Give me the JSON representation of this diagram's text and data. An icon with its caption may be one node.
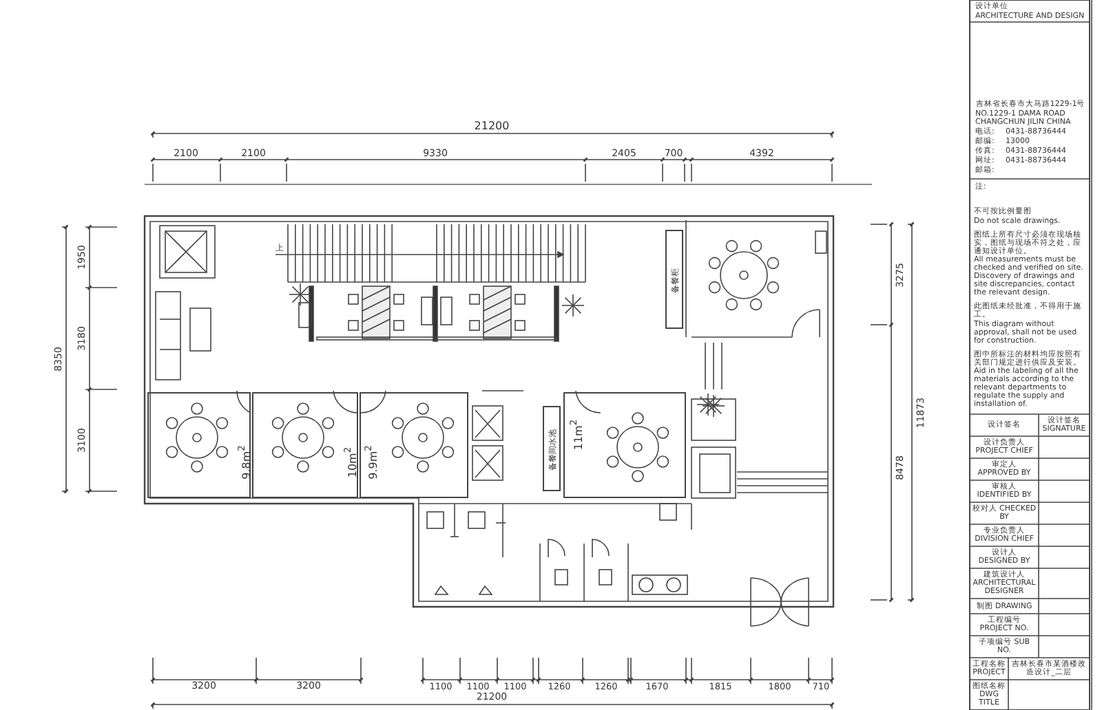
{
  "diagram": {
    "nodes": [
      {
        "text": [
          "9.8m$^{2}$"
        ]
      },
      {
        "text": [
          "10m$^{2}$"
        ]
      },
      {
        "text": [
          "9.9m$^{2}$"
        ]
      },
      {
        "text": [
          "11m$^{2}$"
        ]
      },
      {
        "text": [
          "备餐柜"
        ]
      },
      {
        "text": [
          "备餐间水池"
        ]
      }
    ],
    "labels": [
      "21200",
      "2100",
      "2100",
      "9330",
      "2405",
      "700",
      "4392",
      "1950",
      "3180",
      "3100",
      "8350",
      "3275",
      "11873",
      "8478",
      "上",
      "3200",
      "3200",
      "1100",
      "1100",
      "1100",
      "1260",
      "1260",
      "1670",
      "1815",
      "1800",
      "710",
      "21200",
      "设计单位",
      "ARCHITECTURE AND DESIGN",
      "吉林省长春市大马路1229-1号",
      "NO.1229-1 DAMA ROAD CHANGCHUN JILIN CHINA",
      "电话:",
      "0431-88736444",
      "邮编:",
      "13000",
      "传真:",
      "0431-88736444",
      "网址:",
      "0431-88736444",
      "邮箱:",
      "注:",
      "不可按比例量图",
      "Do not scale drawings.",
      "图纸上所有尺寸必须在现场核实，图纸与现场不符之处，应通知设计单位。",
      "All measurements must be checked and verified on site. Discovery of drawings and site discrepancies, contact the relevant design.",
      "此图纸未经批准，不得用于施工。",
      "This diagram without approval, shall not be used for construction.",
      "图中所标注的材料均应按照有关部门规定进行供应及安装。",
      "Aid in the labeling of all the materials according to the relevant departments to regulate the supply and installation of.",
      "设计签名",
      "设计签名 SIGNATURE",
      "设计负责人 PROJECT CHIEF",
      "审定人 APPROVED BY",
      "审核人 IDENTIFIED BY",
      "校对人 CHECKED BY",
      "专业负责人 DIVISION CHIEF",
      "设计人 DESIGNED BY",
      "建筑设计人 ARCHITECTURAL DESIGNER",
      "制图 DRAWING",
      "工程编号 PROJECT NO.",
      "子项编号 SUB NO.",
      "工程名称 PROJECT",
      "吉林长春市某酒楼改造设计_二层",
      "图纸名称 DWG TITLE"
    ]
  }
}
